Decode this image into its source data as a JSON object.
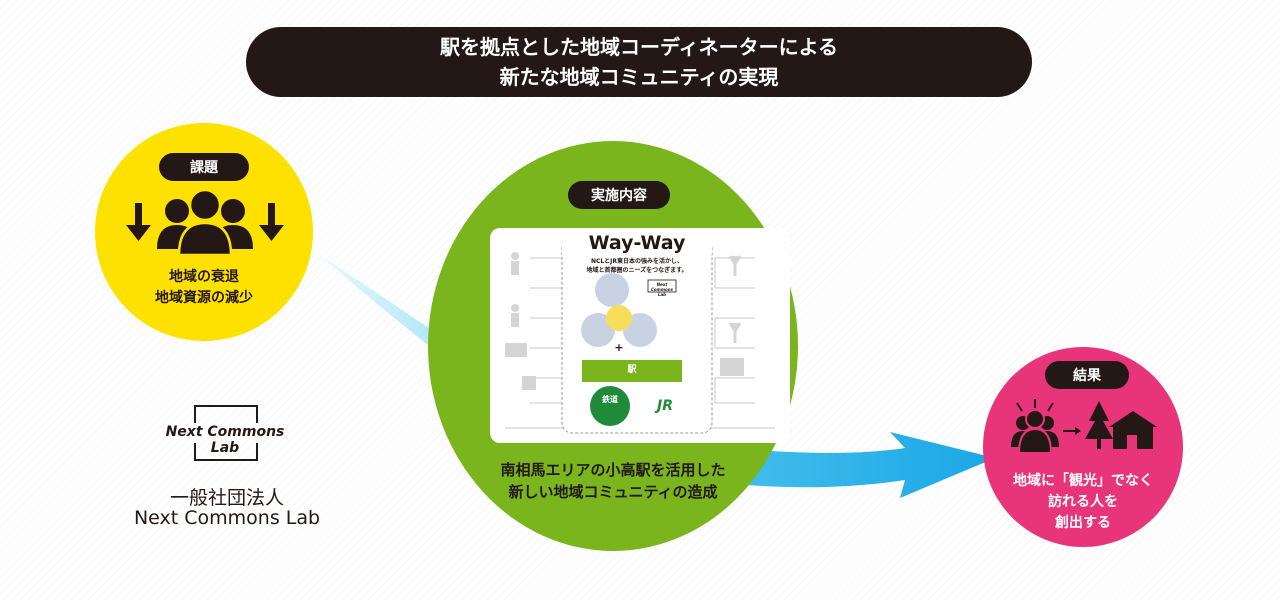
{
  "title": {
    "line1": "駅を拠点とした地域コーディネーターによる",
    "line2": "新たな地域コミュニティの実現"
  },
  "issue": {
    "badge": "課題",
    "line1": "地域の衰退",
    "line2": "地域資源の減少",
    "color": "#ffe100"
  },
  "main": {
    "badge": "実施内容",
    "line1": "南相馬エリアの小高駅を活用した",
    "line2": "新しい地域コミュニティの造成",
    "color": "#7ab51d",
    "card": {
      "title": "Way-Way",
      "subtitle1": "NCLとJR東日本の強みを活かし、",
      "subtitle2": "地域と首都圏のニーズをつなぎます。",
      "station": "駅",
      "railway": "鉄道",
      "jr": "JR",
      "ncl": "Next Commons Lab",
      "plus": "+"
    }
  },
  "result": {
    "badge": "結果",
    "line1": "地域に「観光」でなく",
    "line2": "訪れる人を",
    "line3": "創出する",
    "color": "#e8357a"
  },
  "org": {
    "logo": "Next Commons Lab",
    "type": "一般社団法人",
    "name": "Next Commons Lab"
  }
}
